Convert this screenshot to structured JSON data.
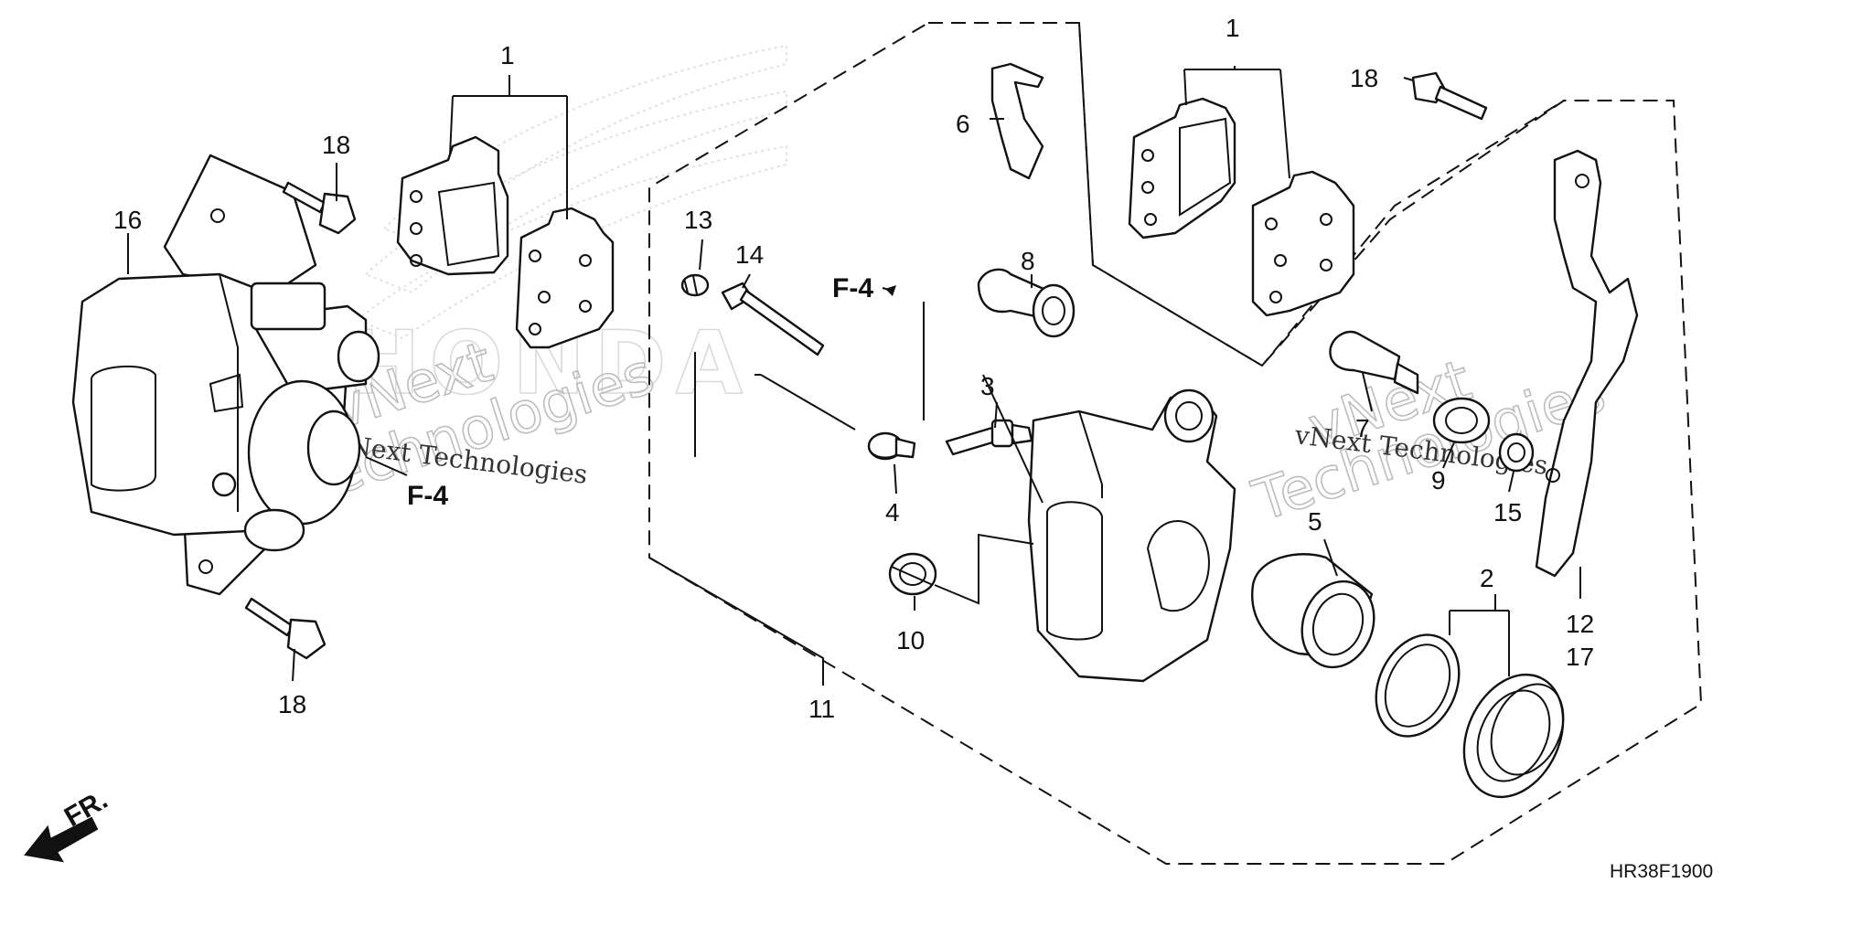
{
  "callouts": {
    "c1a": "1",
    "c1b": "1",
    "c2": "2",
    "c3": "3",
    "c4": "4",
    "c5": "5",
    "c6": "6",
    "c7": "7",
    "c8": "8",
    "c9": "9",
    "c10": "10",
    "c11": "11",
    "c12": "12",
    "c13": "13",
    "c14": "14",
    "c15": "15",
    "c16": "16",
    "c17": "17",
    "c18a": "18",
    "c18b": "18",
    "c18c": "18"
  },
  "refs": {
    "f4a": "F-4",
    "f4b": "F-4"
  },
  "direction": "FR.",
  "diagram_code": "HR38F1900",
  "watermarks": {
    "brand": "HONDA",
    "company_a": "vNext Technologies",
    "company_b": "vNext Technologies",
    "outline_a": "vNext",
    "outline_b": "Technologies",
    "outline_c": "vNext",
    "outline_d": "Technologies"
  },
  "colors": {
    "line": "#111111",
    "watermark": "#bdbdbd"
  }
}
